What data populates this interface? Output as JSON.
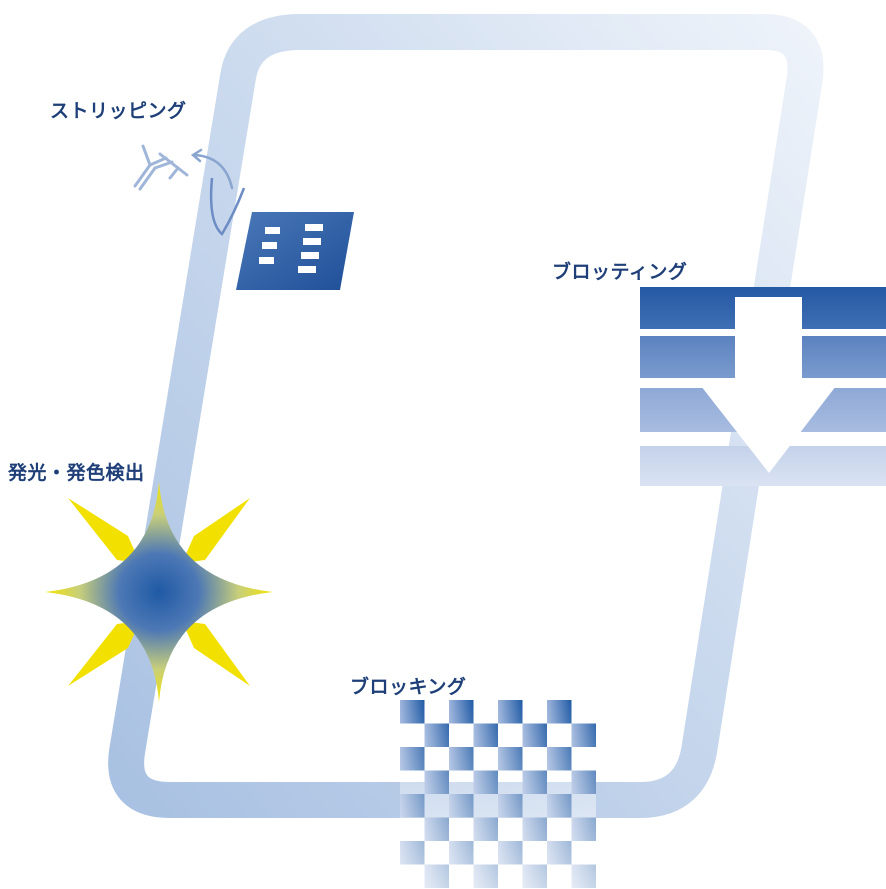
{
  "steps": {
    "stripping": {
      "label": "ストリッピング"
    },
    "blotting": {
      "label": "ブロッティング"
    },
    "detection": {
      "label": "発光・発色検出"
    },
    "blocking": {
      "label": "ブロッキング"
    }
  },
  "colors": {
    "primary_blue": "#1f5aa5",
    "dark_label": "#1e3f78",
    "loop_light": "#e9f0f9",
    "loop_mid": "#b7cbe6",
    "star_yellow": "#f5e400"
  },
  "icons": {
    "stripping": "antibody-removal-icon",
    "gel": "gel-membrane-icon",
    "blotting": "transfer-arrow-icon",
    "detection": "luminescence-star-icon",
    "blocking": "checkerboard-membrane-icon"
  }
}
